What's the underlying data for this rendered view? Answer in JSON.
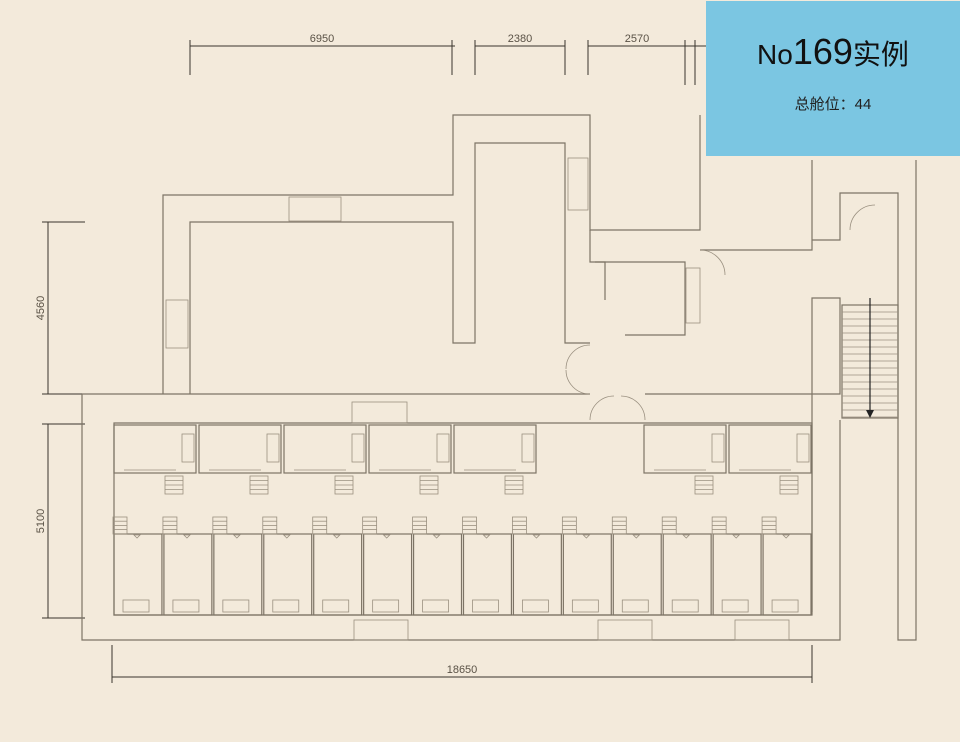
{
  "info_box": {
    "title_prefix": "No",
    "number": "169",
    "title_suffix": "实例",
    "capacity": "总舱位：44"
  },
  "dimensions": {
    "top": [
      "6950",
      "2380",
      "2570"
    ],
    "left": [
      "4560",
      "5100"
    ],
    "bottom": "18650"
  },
  "pods": {
    "upper_row_count": 7,
    "lower_row_count": 14
  },
  "colors": {
    "background": "#f3eadb",
    "info_box": "#7bc6e2",
    "wall": "#7d7466"
  }
}
